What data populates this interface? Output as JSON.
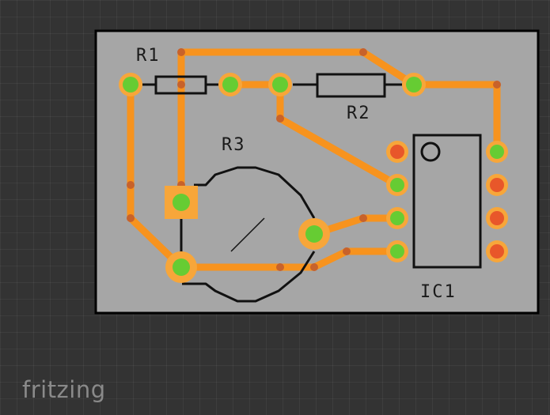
{
  "app": {
    "name": "Fritzing",
    "view": "PCB View",
    "watermark": "fritzing"
  },
  "board": {
    "components": [
      {
        "id": "r1",
        "label": "R1",
        "type": "resistor"
      },
      {
        "id": "r2",
        "label": "R2",
        "type": "resistor"
      },
      {
        "id": "r3",
        "label": "R3",
        "type": "potentiometer"
      },
      {
        "id": "ic1",
        "label": "IC1",
        "type": "dip-8 integrated circuit"
      }
    ]
  },
  "colors": {
    "board": "#a6a6a6",
    "board_outline": "#000000",
    "trace": "#f7931e",
    "pad_connected": "#66cc33",
    "pad_unconnected": "#e8572a",
    "silkscreen": "#1a1a1a",
    "background": "#333333"
  }
}
